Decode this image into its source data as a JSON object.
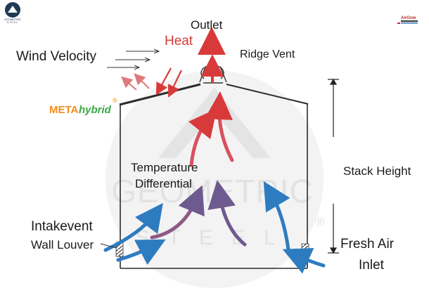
{
  "logo": {
    "brand_sub": "STEEL",
    "mark_text": "GEOMETRIC"
  },
  "watermark": {
    "brand": "GEOMETRIC",
    "sub": "STEEL",
    "registered": "®"
  },
  "corner_logo": {
    "text": "AirGow"
  },
  "labels": {
    "outlet": "Outlet",
    "heat": "Heat",
    "wind_velocity": "Wind Velocity",
    "ridge_vent": "Ridge Vent",
    "meta": "META",
    "hybrid": "hybrid",
    "hybrid_mark": "®",
    "temperature": "Temperature",
    "differential": "Differential",
    "stack_height": "Stack Height",
    "intakevent": "Intakevent",
    "wall_louver": "Wall Louver",
    "fresh_air": "Fresh Air",
    "inlet": "Inlet"
  },
  "colors": {
    "heat_red": "#d83a3a",
    "cool_blue": "#2e7cc0",
    "mix_purple": "#6d5a8e",
    "meta_orange": "#f28c1e",
    "hybrid_green": "#3aa845",
    "building_line": "#2b2b2b",
    "watermark": "#e8e8e8"
  }
}
